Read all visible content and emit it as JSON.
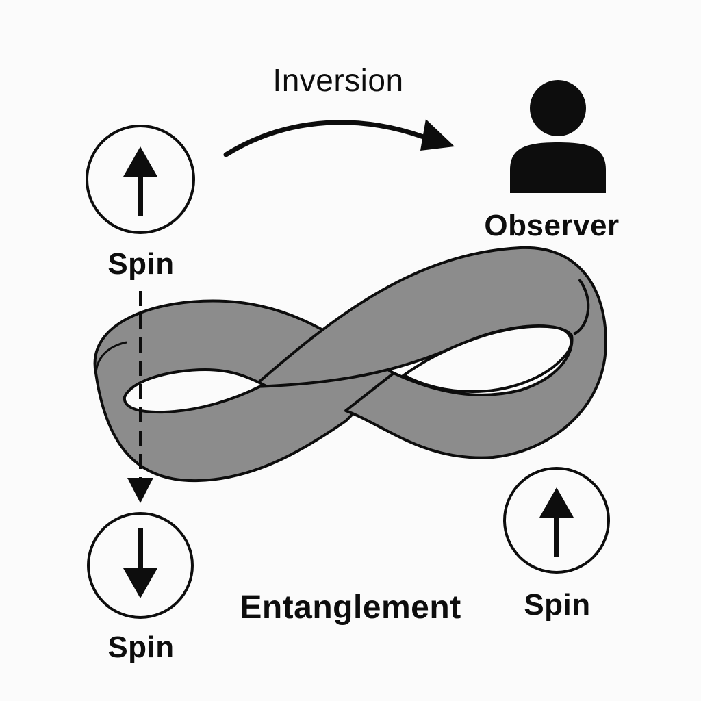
{
  "labels": {
    "inversion": "Inversion",
    "observer": "Observer",
    "spin_top_left": "Spin",
    "spin_bottom_left": "Spin",
    "spin_bottom_right": "Spin",
    "entanglement": "Entanglement"
  },
  "spins": {
    "top_left": "up",
    "bottom_left": "down",
    "bottom_right": "up"
  },
  "icons": {
    "observer": "person-icon",
    "band": "mobius-strip",
    "inversion_arrow": "curved-arrow-right",
    "projection_arrow": "dashed-arrow-down"
  },
  "colors": {
    "stroke": "#0d0d0d",
    "band_fill": "#8c8c8c",
    "hole_fill": "#fbfbfb",
    "background": "#fbfbfb"
  }
}
